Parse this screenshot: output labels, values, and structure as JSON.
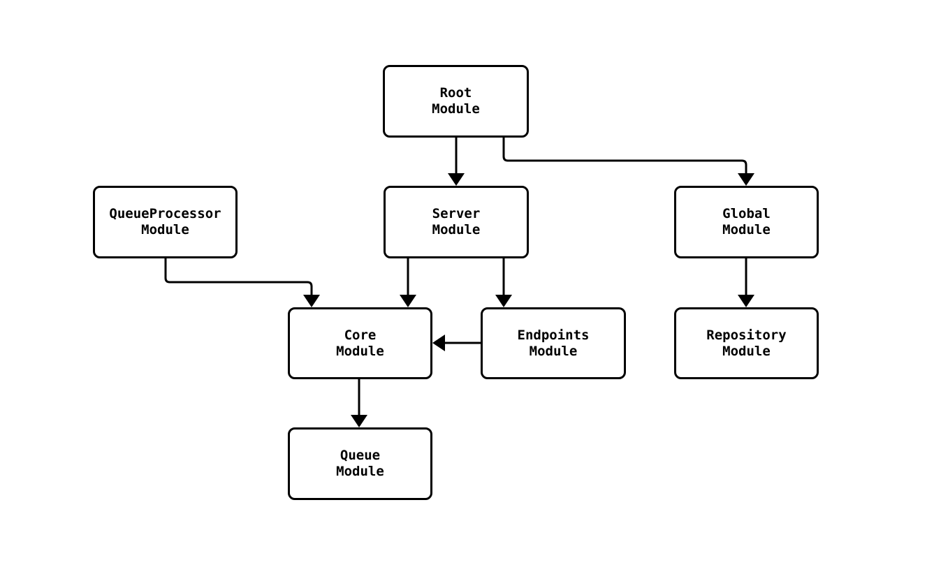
{
  "diagram": {
    "type": "module-dependency-flowchart",
    "colors": {
      "background": "#ffffff",
      "node_fill": "#ffffff",
      "node_border": "#000000",
      "edge_line": "#000000",
      "text": "#000000"
    },
    "nodes": [
      {
        "id": "root",
        "line1": "Root",
        "line2": "Module"
      },
      {
        "id": "queueprocessor",
        "line1": "QueueProcessor",
        "line2": "Module"
      },
      {
        "id": "server",
        "line1": "Server",
        "line2": "Module"
      },
      {
        "id": "global",
        "line1": "Global",
        "line2": "Module"
      },
      {
        "id": "core",
        "line1": "Core",
        "line2": "Module"
      },
      {
        "id": "endpoints",
        "line1": "Endpoints",
        "line2": "Module"
      },
      {
        "id": "repository",
        "line1": "Repository",
        "line2": "Module"
      },
      {
        "id": "queue",
        "line1": "Queue",
        "line2": "Module"
      }
    ],
    "edges": [
      {
        "from": "Root Module",
        "to": "Server Module"
      },
      {
        "from": "Root Module",
        "to": "Global Module"
      },
      {
        "from": "QueueProcessor Module",
        "to": "Core Module"
      },
      {
        "from": "Server Module",
        "to": "Core Module"
      },
      {
        "from": "Server Module",
        "to": "Endpoints Module"
      },
      {
        "from": "Endpoints Module",
        "to": "Core Module"
      },
      {
        "from": "Global Module",
        "to": "Repository Module"
      },
      {
        "from": "Core Module",
        "to": "Queue Module"
      }
    ]
  }
}
